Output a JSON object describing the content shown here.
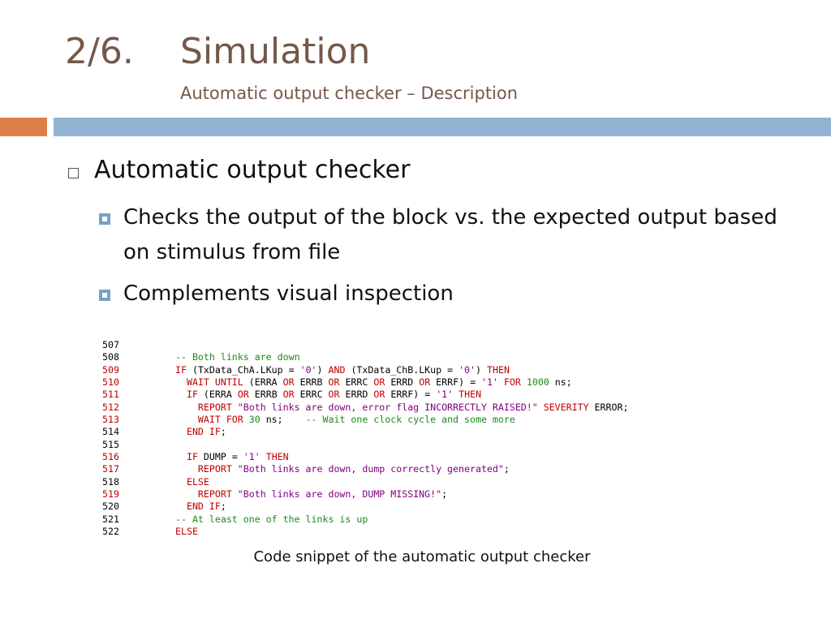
{
  "slide": {
    "number": "2/6.",
    "title": "Simulation",
    "subtitle": "Automatic output checker – Description",
    "colors": {
      "title": "#74584a",
      "bar_orange": "#dd8048",
      "bar_blue": "#93b3d3",
      "bullet_marker": "#7aa0c8"
    }
  },
  "bullets": {
    "level1": "Automatic output checker",
    "level2": [
      "Checks the output of the block vs. the expected output based on stimulus from file",
      "Complements visual inspection"
    ]
  },
  "code": {
    "lines": [
      {
        "num": "507",
        "num_color": "#000000",
        "tokens": []
      },
      {
        "num": "508",
        "num_color": "#000000",
        "tokens": [
          [
            "c",
            "-- Both links are down"
          ]
        ]
      },
      {
        "num": "509",
        "num_color": "#c00000",
        "tokens": [
          [
            "k",
            "IF "
          ],
          [
            "p",
            "("
          ],
          [
            "p",
            "TxData_ChA.LKup "
          ],
          [
            "p",
            "= "
          ],
          [
            "s",
            "'0'"
          ],
          [
            "p",
            ") "
          ],
          [
            "k",
            "AND "
          ],
          [
            "p",
            "(TxData_ChB.LKup "
          ],
          [
            "p",
            "= "
          ],
          [
            "s",
            "'0'"
          ],
          [
            "p",
            ") "
          ],
          [
            "k",
            "THEN"
          ]
        ]
      },
      {
        "num": "510",
        "num_color": "#c00000",
        "tokens": [
          [
            "p",
            "  "
          ],
          [
            "k",
            "WAIT UNTIL "
          ],
          [
            "p",
            "(ERRA "
          ],
          [
            "k",
            "OR "
          ],
          [
            "p",
            "ERRB "
          ],
          [
            "k",
            "OR "
          ],
          [
            "p",
            "ERRC "
          ],
          [
            "k",
            "OR "
          ],
          [
            "p",
            "ERRD "
          ],
          [
            "k",
            "OR "
          ],
          [
            "p",
            "ERRF) "
          ],
          [
            "p",
            "= "
          ],
          [
            "s",
            "'1' "
          ],
          [
            "k",
            "FOR "
          ],
          [
            "n",
            "1000 "
          ],
          [
            "p",
            "ns;"
          ]
        ]
      },
      {
        "num": "511",
        "num_color": "#c00000",
        "tokens": [
          [
            "p",
            "  "
          ],
          [
            "k",
            "IF "
          ],
          [
            "p",
            "(ERRA "
          ],
          [
            "k",
            "OR "
          ],
          [
            "p",
            "ERRB "
          ],
          [
            "k",
            "OR "
          ],
          [
            "p",
            "ERRC "
          ],
          [
            "k",
            "OR "
          ],
          [
            "p",
            "ERRD "
          ],
          [
            "k",
            "OR "
          ],
          [
            "p",
            "ERRF) "
          ],
          [
            "p",
            "= "
          ],
          [
            "s",
            "'1' "
          ],
          [
            "k",
            "THEN"
          ]
        ]
      },
      {
        "num": "512",
        "num_color": "#c00000",
        "tokens": [
          [
            "p",
            "    "
          ],
          [
            "k",
            "REPORT "
          ],
          [
            "s",
            "\"Both links are down, error flag INCORRECTLY RAISED!\" "
          ],
          [
            "k",
            "SEVERITY "
          ],
          [
            "p",
            "ERROR;"
          ]
        ]
      },
      {
        "num": "513",
        "num_color": "#c00000",
        "tokens": [
          [
            "p",
            "    "
          ],
          [
            "k",
            "WAIT FOR "
          ],
          [
            "n",
            "30 "
          ],
          [
            "p",
            "ns;    "
          ],
          [
            "c",
            "-- Wait one clock cycle and some more"
          ]
        ]
      },
      {
        "num": "514",
        "num_color": "#000000",
        "tokens": [
          [
            "p",
            "  "
          ],
          [
            "k",
            "END IF"
          ],
          [
            "p",
            ";"
          ]
        ]
      },
      {
        "num": "515",
        "num_color": "#000000",
        "tokens": []
      },
      {
        "num": "516",
        "num_color": "#c00000",
        "tokens": [
          [
            "p",
            "  "
          ],
          [
            "k",
            "IF "
          ],
          [
            "p",
            "DUMP "
          ],
          [
            "p",
            "= "
          ],
          [
            "s",
            "'1' "
          ],
          [
            "k",
            "THEN"
          ]
        ]
      },
      {
        "num": "517",
        "num_color": "#c00000",
        "tokens": [
          [
            "p",
            "    "
          ],
          [
            "k",
            "REPORT "
          ],
          [
            "s",
            "\"Both links are down, dump correctly generated\""
          ],
          [
            "p",
            ";"
          ]
        ]
      },
      {
        "num": "518",
        "num_color": "#000000",
        "tokens": [
          [
            "p",
            "  "
          ],
          [
            "k",
            "ELSE"
          ]
        ]
      },
      {
        "num": "519",
        "num_color": "#c00000",
        "tokens": [
          [
            "p",
            "    "
          ],
          [
            "k",
            "REPORT "
          ],
          [
            "s",
            "\"Both links are down, DUMP MISSING!\""
          ],
          [
            "p",
            ";"
          ]
        ]
      },
      {
        "num": "520",
        "num_color": "#000000",
        "tokens": [
          [
            "p",
            "  "
          ],
          [
            "k",
            "END IF"
          ],
          [
            "p",
            ";"
          ]
        ]
      },
      {
        "num": "521",
        "num_color": "#000000",
        "tokens": [
          [
            "c",
            "-- At least one of the links is up"
          ]
        ]
      },
      {
        "num": "522",
        "num_color": "#000000",
        "tokens": [
          [
            "k",
            "ELSE"
          ]
        ]
      }
    ],
    "caption": "Code snippet of the automatic output checker"
  }
}
